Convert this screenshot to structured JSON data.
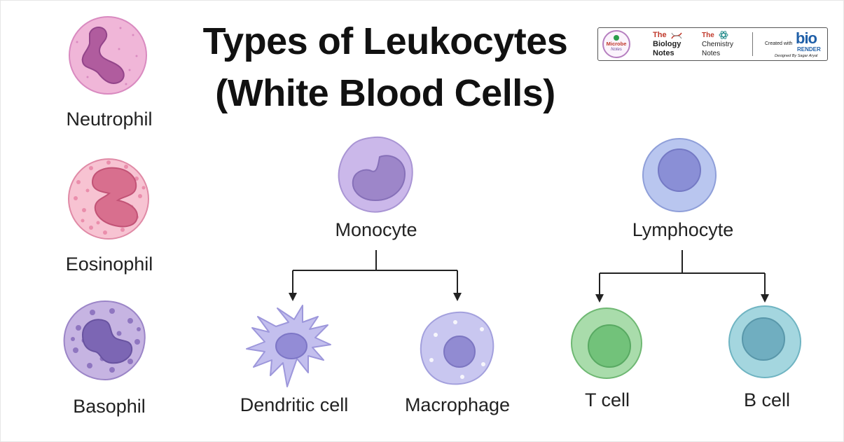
{
  "title": {
    "line1": "Types of Leukocytes",
    "line2": "(White Blood Cells)"
  },
  "cells": {
    "neutrophil": "Neutrophil",
    "eosinophil": "Eosinophil",
    "basophil": "Basophil",
    "monocyte": "Monocyte",
    "lymphocyte": "Lymphocyte",
    "dendritic": "Dendritic cell",
    "macrophage": "Macrophage",
    "tcell": "T cell",
    "bcell": "B cell"
  },
  "logo": {
    "microbe_line1": "Microbe",
    "microbe_line2": "Notes",
    "biology_the": "The",
    "biology_word": "Biology",
    "biology_notes": "Notes",
    "chemistry_the": "The",
    "chemistry_word": "Chemistry",
    "chemistry_notes": "Notes",
    "created_with": "Created with",
    "bio": "bio",
    "render": "RENDER",
    "designed_by": "Designed By Sagar Aryal"
  },
  "colors": {
    "neutrophil": "#f0b6d8",
    "eosinophil": "#f7c3d2",
    "basophil": "#c6b4e2",
    "monocyte": "#cbb8ea",
    "lymphocyte": "#b9c6ef",
    "dendritic": "#c3bfee",
    "macrophage": "#c9c7f0",
    "tcell": "#a9dcab",
    "bcell": "#a4d6df"
  }
}
